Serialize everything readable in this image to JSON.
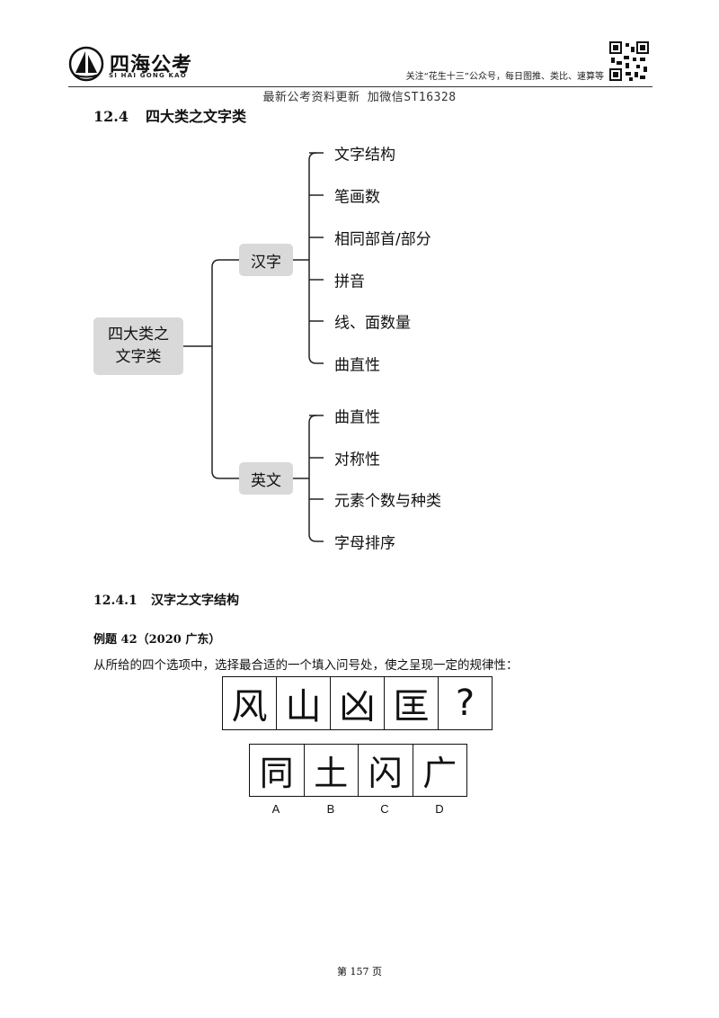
{
  "header": {
    "logo_text": "四海公考",
    "logo_subtext": "SI HAI GONG KAO",
    "slogan": "关注“花生十三”公众号，每日图推、类比、速算等",
    "watermark": "最新公考资料更新 加微信ST16328"
  },
  "section": {
    "number": "12.4",
    "title": "四大类之文字类"
  },
  "mindmap": {
    "root": [
      "四大类之",
      "文字类"
    ],
    "branches": [
      {
        "label": "汉字",
        "leaves": [
          "文字结构",
          "笔画数",
          "相同部首/部分",
          "拼音",
          "线、面数量",
          "曲直性"
        ]
      },
      {
        "label": "英文",
        "leaves": [
          "曲直性",
          "对称性",
          "元素个数与种类",
          "字母排序"
        ]
      }
    ]
  },
  "subsection": {
    "number": "12.4.1",
    "title": "汉字之文字结构"
  },
  "example": {
    "title": "例题 42（2020 广东）",
    "question": "从所给的四个选项中，选择最合适的一个填入问号处，使之呈现一定的规律性：",
    "sequence": [
      "风",
      "山",
      "凶",
      "匡",
      "?"
    ],
    "options": [
      {
        "letter": "A",
        "char": "同"
      },
      {
        "letter": "B",
        "char": "土"
      },
      {
        "letter": "C",
        "char": "闪"
      },
      {
        "letter": "D",
        "char": "广"
      }
    ]
  },
  "footer": {
    "page": "第 157 页"
  }
}
